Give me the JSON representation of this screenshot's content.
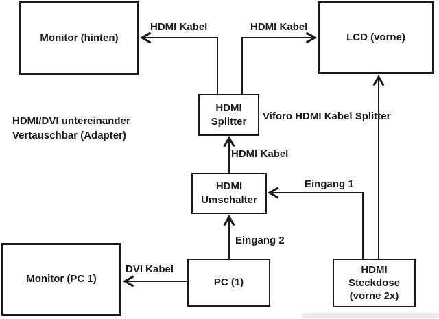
{
  "page": {
    "background": "#ffffff",
    "ink": "#1a1a1a"
  },
  "diagram": {
    "nodes": {
      "monitor_hinten": {
        "label": "Monitor (hinten)"
      },
      "lcd_vorne": {
        "label": "LCD (vorne)"
      },
      "hdmi_splitter": {
        "label": "HDMI\nSplitter"
      },
      "hdmi_umschalter": {
        "label": "HDMI\nUmschalter"
      },
      "monitor_pc1": {
        "label": "Monitor (PC 1)"
      },
      "pc_1": {
        "label": "PC (1)"
      },
      "hdmi_steckdose": {
        "label": "HDMI\nSteckdose\n(vorne 2x)"
      }
    },
    "edge_labels": {
      "hdmi_kabel_to_monitor": "HDMI Kabel",
      "hdmi_kabel_to_lcd": "HDMI Kabel",
      "hdmi_kabel_umschalter_splitter": "HDMI Kabel",
      "dvi_kabel": "DVI Kabel",
      "eingang_1": "Eingang 1",
      "eingang_2": "Eingang 2"
    },
    "annotations": {
      "viforo": "Viforo HDMI Kabel Splitter",
      "note": "HDMI/DVI untereinander\nVertauschbar (Adapter)"
    }
  }
}
